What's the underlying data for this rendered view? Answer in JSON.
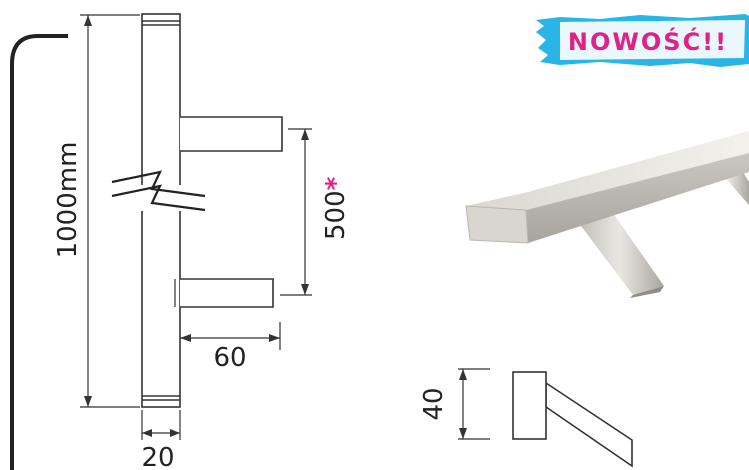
{
  "dimensions": {
    "height_label": "1000mm",
    "spacing_label": "500",
    "spacing_marker": "*",
    "projection_label": "60",
    "width_label": "20",
    "profile_label": "40"
  },
  "badge": {
    "text": "NOWOŚĆ!!",
    "text_color": "#e0218a",
    "splash_color": "#29b6e6"
  },
  "colors": {
    "line": "#333333",
    "metal_light": "#ecebe6",
    "metal_mid": "#cfcdc6",
    "metal_dark": "#a8a69f",
    "accent": "#e0218a"
  },
  "icons": {
    "product_photo": "brushed-steel-handle-image"
  }
}
